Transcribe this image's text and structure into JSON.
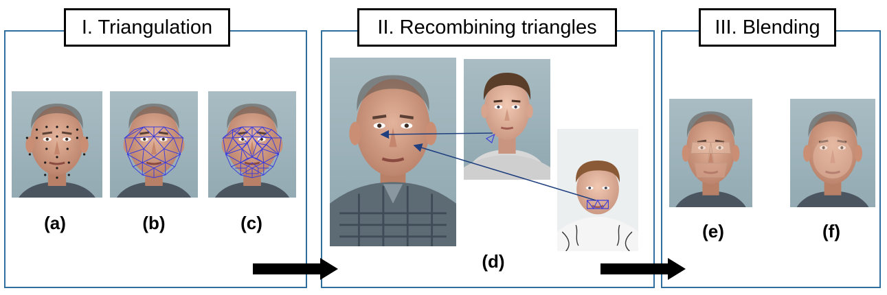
{
  "sections": [
    {
      "title": "I. Triangulation"
    },
    {
      "title": "II. Recombining triangles"
    },
    {
      "title": "III. Blending"
    }
  ],
  "labels": {
    "a": "(a)",
    "b": "(b)",
    "c": "(c)",
    "d": "(d)",
    "e": "(e)",
    "f": "(f)"
  },
  "colors": {
    "panel_border": "#2f6f9f",
    "mesh": "#3b3bdc",
    "link_arrow": "#1f3f7f",
    "background_wall": "#9fb4bd"
  }
}
